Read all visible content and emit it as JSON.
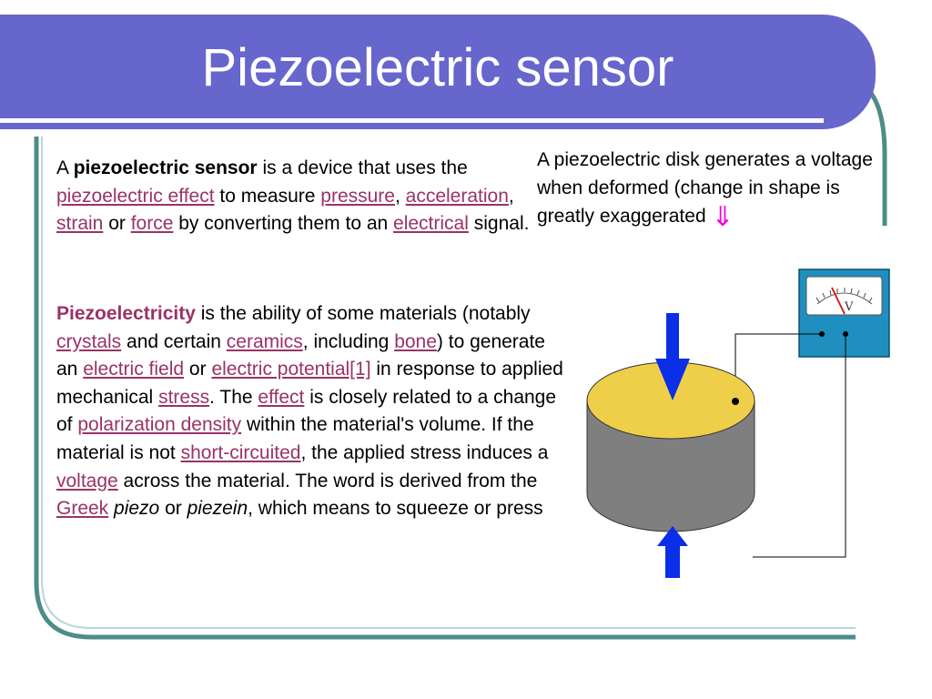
{
  "slide": {
    "title": "Piezoelectric sensor",
    "colors": {
      "header": "#6666cc",
      "frame": "#4d8c89",
      "link": "#993366",
      "arrow": "#ff00cc"
    }
  },
  "para1": {
    "t1": "A ",
    "bold1": "piezoelectric sensor",
    "t2": " is a device that uses the ",
    "link_piezoelectric_effect": "piezoelectric effect",
    "t3": " to measure ",
    "link_pressure": "pressure",
    "t4": ", ",
    "link_acceleration": "acceleration",
    "t5": ", ",
    "link_strain": "strain",
    "t6": " or ",
    "link_force": "force",
    "t7": " by converting them to an ",
    "link_electrical": "electrical",
    "t8": "  signal."
  },
  "para2": {
    "bold1": "Piezoelectricity",
    "t1": " is the ability of some materials (notably ",
    "link_crystals": "crystals",
    "t2": " and certain ",
    "link_ceramics": "ceramics",
    "t3": ", including ",
    "link_bone": "bone",
    "t4": ") to generate an ",
    "link_electric_field": "electric field",
    "t5": " or ",
    "link_electric_potential": "electric potential[1]",
    "t6": " in response to applied mechanical ",
    "link_stress": "stress",
    "t7": ". The ",
    "link_effect": "effect",
    "t8": " is closely related to a change of ",
    "link_polarization_density": "polarization density",
    "t9": " within the material's volume. If the material is not ",
    "link_short_circuited": "short-circuited",
    "t10": ", the applied stress induces a ",
    "link_voltage": "voltage",
    "t11": " across the material. The word is derived from the ",
    "link_greek": "Greek",
    "t12": " ",
    "italic_piezo": "piezo",
    "t13": " or ",
    "italic_piezein": "piezein",
    "t14": ", which means to squeeze or press"
  },
  "caption": {
    "text": "A piezoelectric disk generates a voltage when deformed (change in shape is greatly exaggerated ",
    "arrow": "⇓"
  },
  "diagram": {
    "meter_label": "V",
    "colors": {
      "disk_top": "#efcf4a",
      "disk_side": "#7f7f7f",
      "arrow": "#0a2fe6",
      "meter_box": "#1f8fbf"
    }
  }
}
